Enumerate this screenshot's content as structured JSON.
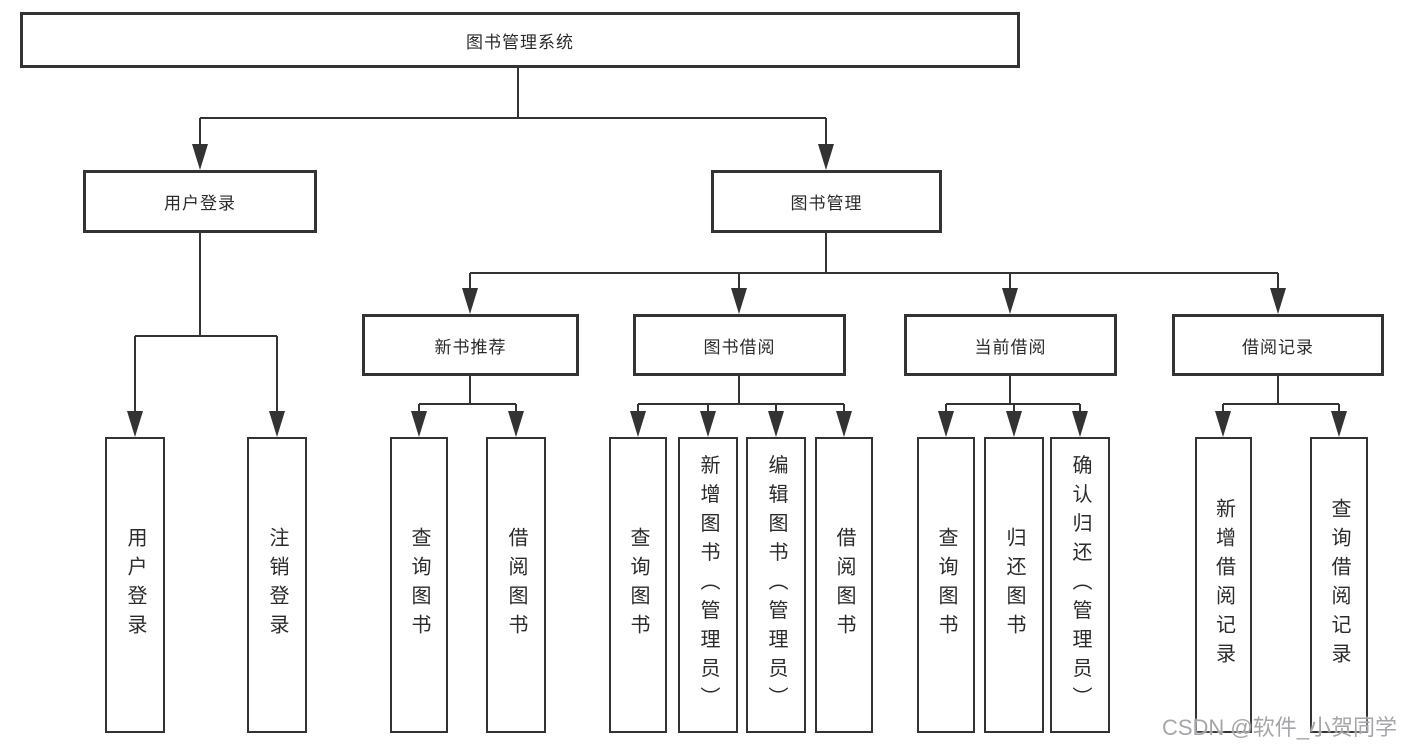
{
  "diagram": {
    "root": "图书管理系统",
    "branches": {
      "user_login": "用户登录",
      "book_management": "图书管理"
    },
    "modules": {
      "new_book_recommendation": "新书推荐",
      "book_borrowing": "图书借阅",
      "current_borrowing": "当前借阅",
      "borrowing_records": "借阅记录"
    },
    "leaves": {
      "user_login": "用户登录",
      "logout": "注销登录",
      "nbr_query_books": "查询图书",
      "nbr_borrow_books": "借阅图书",
      "bb_query_books": "查询图书",
      "bb_add_books_admin": "新增图书（管理员）",
      "bb_edit_books_admin": "编辑图书（管理员）",
      "bb_borrow_books": "借阅图书",
      "cb_query_books": "查询图书",
      "cb_return_books": "归还图书",
      "cb_confirm_return_admin": "确认归还（管理员）",
      "br_add_record": "新增借阅记录",
      "br_query_record": "查询借阅记录"
    }
  },
  "watermark": "CSDN @软件_小贺同学",
  "colors": {
    "line": "#333333",
    "box_border": "#333333",
    "text": "#2b2b2b",
    "watermark": "#a6a6aa",
    "background": "#ffffff"
  }
}
